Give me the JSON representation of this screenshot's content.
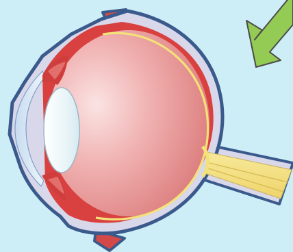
{
  "diagram": {
    "subject": "eye-cross-section",
    "parts": [
      "eyelid-upper",
      "eyelid-lower",
      "cornea",
      "iris-upper",
      "iris-lower",
      "lens",
      "vitreous-body",
      "retina",
      "choroid",
      "sclera",
      "optic-nerve"
    ],
    "arrow": {
      "icon": "arrow-down-left-icon",
      "direction": "down-left"
    }
  },
  "colors": {
    "background": "#cdeef6",
    "outline": "#3a5a8c",
    "sclera_fill": "#d9d7ea",
    "eyeball_light": "#f6cfcf",
    "eyeball_dark": "#e07f7e",
    "retina_line": "#f3e27a",
    "choroid": "#d8413f",
    "lens": "#eaf6fa",
    "cornea": "#d7e8f6",
    "nerve": "#f4e083",
    "arrow_fill": "#93cb55",
    "arrow_stroke": "#4b4b4b"
  }
}
